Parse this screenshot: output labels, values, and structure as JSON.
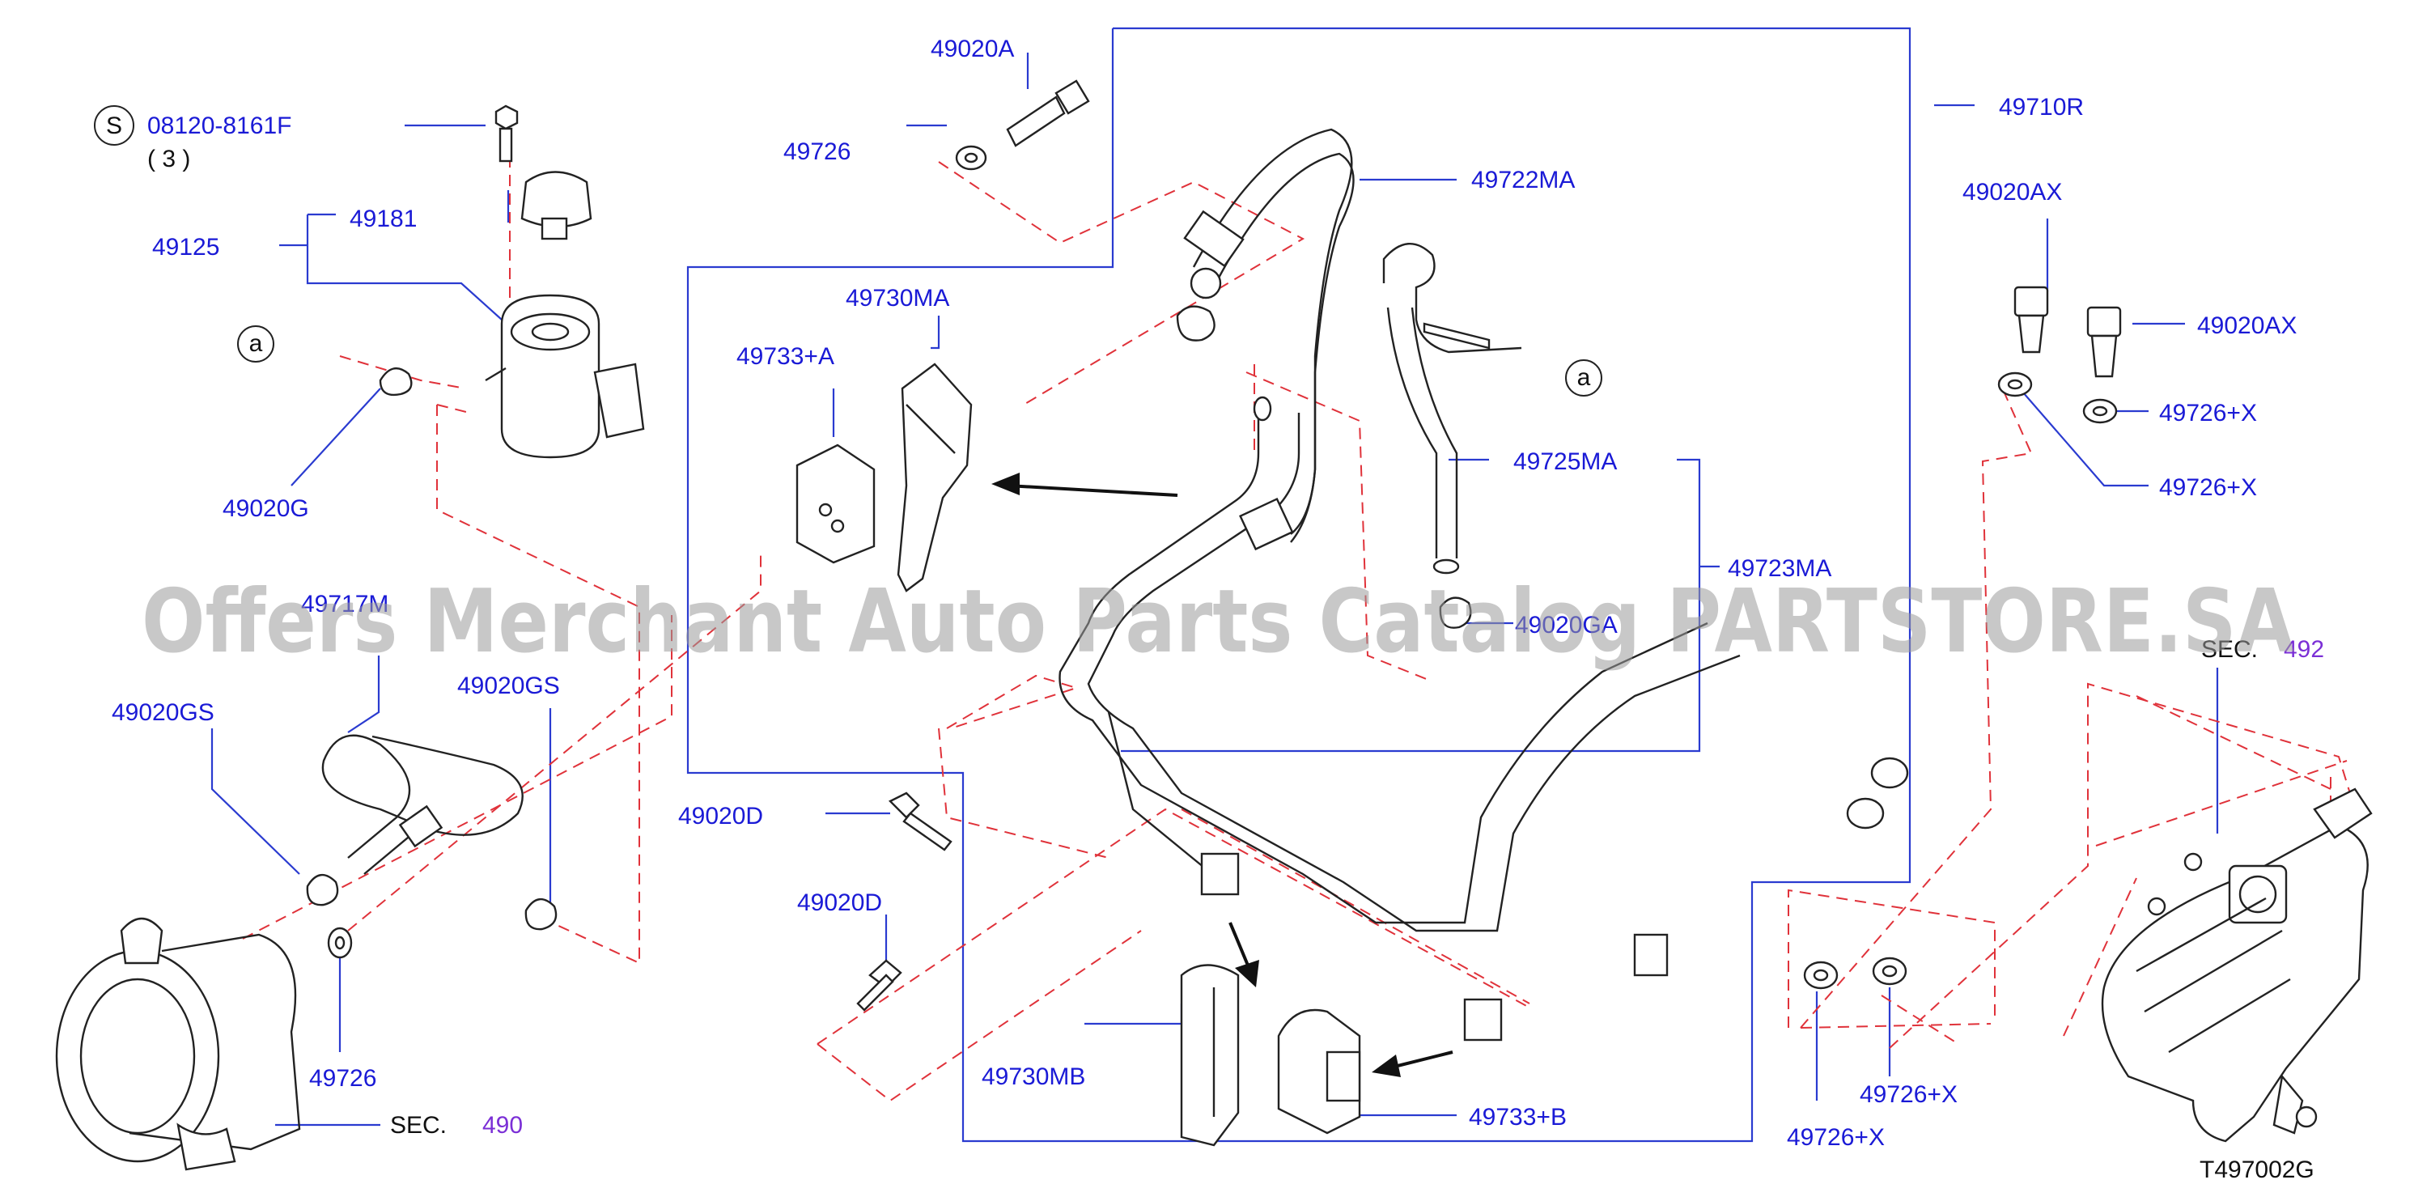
{
  "labels": {
    "p49020A": "49020A",
    "p49726_top": "49726",
    "s_code": "08120-8161F",
    "s_mark": "S",
    "qty": "( 3 )",
    "p49181": "49181",
    "p49125": "49125",
    "p49020G": "49020G",
    "p49717M": "49717M",
    "p49020GS_left": "49020GS",
    "p49020GS_right": "49020GS",
    "p49726_bottom": "49726",
    "sec_left": "SEC.",
    "sec_left_num": "490",
    "p49730MA": "49730MA",
    "p49733A": "49733+A",
    "p49722MA": "49722MA",
    "p49725MA": "49725MA",
    "p49723MA": "49723MA",
    "p49020GA": "49020GA",
    "p49710R": "49710R",
    "p49020D_1": "49020D",
    "p49020D_2": "49020D",
    "p49730MB": "49730MB",
    "p49733B": "49733+B",
    "p49020AX_1": "49020AX",
    "p49020AX_2": "49020AX",
    "p49726X_1": "49726+X",
    "p49726X_2": "49726+X",
    "p49726X_3": "49726+X",
    "p49726X_4": "49726+X",
    "sec_right": "SEC.",
    "sec_right_num": "492",
    "callout_a1": "a",
    "callout_a2": "a",
    "drawing_id": "T497002G"
  },
  "watermark": "Offers Merchant Auto Parts Catalog PARTSTORE.SA",
  "colors": {
    "label": "#1a1ad6",
    "section_ref": "#7b2fd6",
    "leader": "#2a3bd0",
    "phantom": "#e0323a"
  }
}
